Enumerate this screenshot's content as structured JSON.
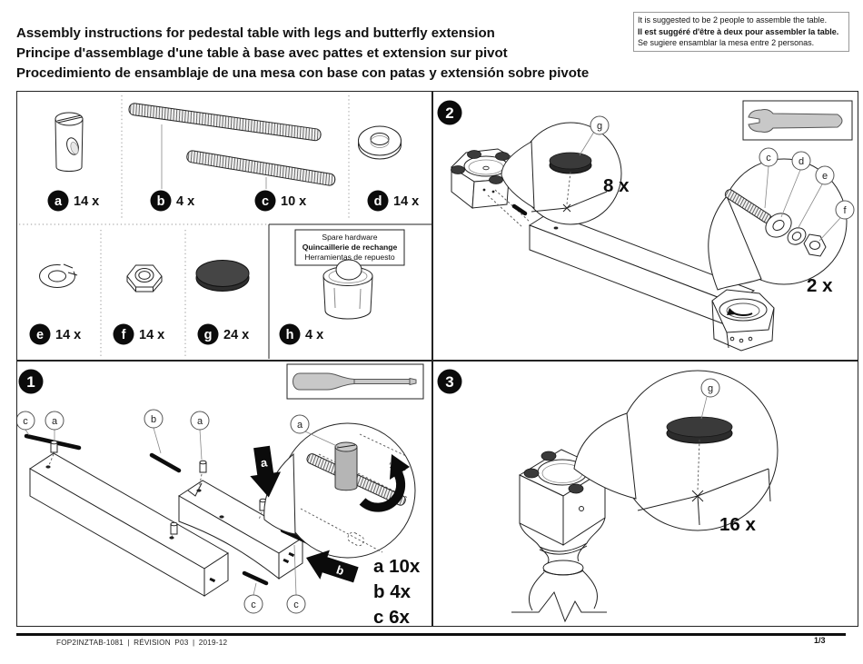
{
  "header": {
    "title_lines": [
      "Assembly instructions for pedestal table with legs and butterfly extension",
      "Principe d'assemblage d'une table à base avec pattes et extension sur pivot",
      "Procedimiento de ensamblaje de una mesa con base con patas y extensión sobre pivote"
    ],
    "note_lines": [
      "It is suggested to be 2 people to assemble the table.",
      "Il est suggéré d'être à deux pour assembler la table.",
      "Se sugiere ensamblar la mesa entre 2 personas."
    ]
  },
  "hardware": {
    "items": [
      {
        "letter": "a",
        "qty": "14 x"
      },
      {
        "letter": "b",
        "qty": "4 x"
      },
      {
        "letter": "c",
        "qty": "10 x"
      },
      {
        "letter": "d",
        "qty": "14 x"
      },
      {
        "letter": "e",
        "qty": "14 x"
      },
      {
        "letter": "f",
        "qty": "14 x"
      },
      {
        "letter": "g",
        "qty": "24 x"
      },
      {
        "letter": "h",
        "qty": "4 x"
      }
    ],
    "spare_lines": [
      "Spare hardware",
      "Quincaillerie de rechange",
      "Herramientas de repuesto"
    ]
  },
  "icons": {
    "step1_tool": "screwdriver-icon",
    "step2_tool": "wrench-icon"
  },
  "step1": {
    "number": "1",
    "callouts_top": [
      "c",
      "a",
      "b",
      "a",
      "a"
    ],
    "callouts_bottom": [
      "c",
      "c"
    ],
    "arrows": [
      "a",
      "b"
    ],
    "qty_list": [
      "a 10x",
      "b 4x",
      "c 6x"
    ]
  },
  "step2": {
    "number": "2",
    "pad_callout": "g",
    "pad_qty": "8 x",
    "bolt_callouts": [
      "c",
      "d",
      "e",
      "f"
    ],
    "bolt_qty": "2 x"
  },
  "step3": {
    "number": "3",
    "pad_callout": "g",
    "pad_qty": "16 x"
  },
  "footer": {
    "doc_line": "FOP2INZTAB-1081 | RÉVISION P03 | 2019-12",
    "page": "1/3"
  }
}
